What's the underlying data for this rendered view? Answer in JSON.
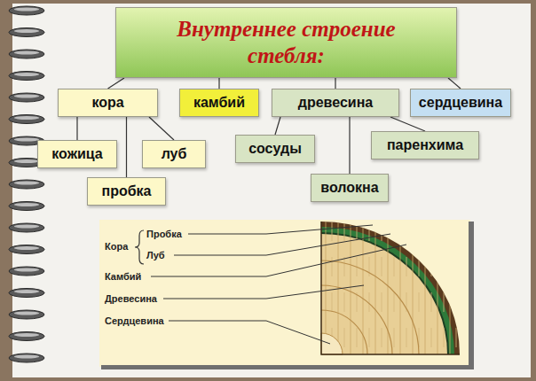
{
  "diagram": {
    "nodes": [
      {
        "text": [
          "Внутреннее строение стебля:"
        ]
      },
      {
        "text": [
          "кора"
        ]
      },
      {
        "text": [
          "камбий"
        ]
      },
      {
        "text": [
          "древесина"
        ]
      },
      {
        "text": [
          "сердцевина"
        ]
      },
      {
        "text": [
          "кожица"
        ]
      },
      {
        "text": [
          "пробка"
        ]
      },
      {
        "text": [
          "луб"
        ]
      },
      {
        "text": [
          "сосуды"
        ]
      },
      {
        "text": [
          "волокна"
        ]
      },
      {
        "text": [
          "паренхима"
        ]
      }
    ],
    "edges": [
      {
        "from": 0,
        "to": 1,
        "arrow": "none"
      },
      {
        "from": 0,
        "to": 2,
        "arrow": "none"
      },
      {
        "from": 0,
        "to": 3,
        "arrow": "none"
      },
      {
        "from": 0,
        "to": 4,
        "arrow": "none"
      },
      {
        "from": 1,
        "to": 5,
        "arrow": "none"
      },
      {
        "from": 1,
        "to": 6,
        "arrow": "none"
      },
      {
        "from": 1,
        "to": 7,
        "arrow": "none"
      },
      {
        "from": 3,
        "to": 8,
        "arrow": "none"
      },
      {
        "from": 3,
        "to": 9,
        "arrow": "none"
      },
      {
        "from": 3,
        "to": 10,
        "arrow": "none"
      }
    ],
    "labels": [
      "Кора",
      "Пробка",
      "Луб",
      "Камбий",
      "Древесина",
      "Сердцевина"
    ]
  }
}
